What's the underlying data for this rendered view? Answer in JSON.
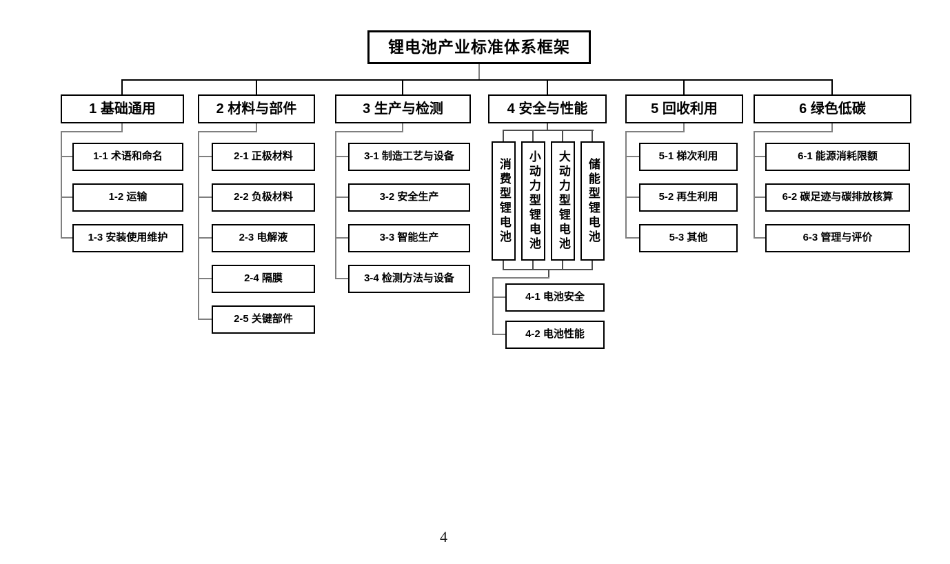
{
  "page": {
    "number": "4"
  },
  "diagram": {
    "title": "锂电池产业标准体系框架",
    "branches": [
      {
        "label": "1 基础通用",
        "children": [
          "1-1 术语和命名",
          "1-2 运输",
          "1-3 安装使用维护"
        ]
      },
      {
        "label": "2 材料与部件",
        "children": [
          "2-1 正极材料",
          "2-2 负极材料",
          "2-3 电解液",
          "2-4 隔膜",
          "2-5 关键部件"
        ]
      },
      {
        "label": "3 生产与检测",
        "children": [
          "3-1 制造工艺与设备",
          "3-2 安全生产",
          "3-3 智能生产",
          "3-4 检测方法与设备"
        ]
      },
      {
        "label": "4 安全与性能",
        "battery_types": [
          "消费型锂电池",
          "小动力型锂电池",
          "大动力型锂电池",
          "储能型锂电池"
        ],
        "children": [
          "4-1 电池安全",
          "4-2 电池性能"
        ]
      },
      {
        "label": "5 回收利用",
        "children": [
          "5-1 梯次利用",
          "5-2 再生利用",
          "5-3 其他"
        ]
      },
      {
        "label": "6 绿色低碳",
        "children": [
          "6-1 能源消耗限额",
          "6-2 碳足迹与碳排放核算",
          "6-3 管理与评价"
        ]
      }
    ],
    "colors": {
      "background": "#ffffff",
      "box_border": "#000000",
      "text": "#000000",
      "trunk_line": "#000000",
      "elbow_line": "#7f7f7f",
      "fan_line": "#4d4d4d"
    }
  }
}
